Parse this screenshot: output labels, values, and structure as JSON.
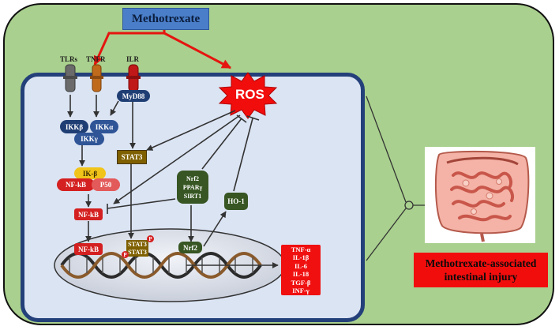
{
  "drug": "Methotrexate",
  "receptors": [
    "TLRs",
    "TNFR",
    "ILR"
  ],
  "adaptor": "MyD88",
  "ros": "ROS",
  "ikk": {
    "beta": "IKKβ",
    "alpha": "IKKα",
    "gamma": "IKKγ"
  },
  "ikb_complex": {
    "ikb": "IK-β",
    "nfkb": "NF-kB",
    "p50": "P50"
  },
  "stat3": "STAT3",
  "nucleus": {
    "nfkb": "NF-kB",
    "stat_top": "STAT3",
    "stat_bottom": "STAT3",
    "phospho": "P",
    "nrf2": "Nrf2"
  },
  "cyto_nfkb": "NF-kB",
  "protective": [
    "Nrf2",
    "PPARγ",
    "SIRT1"
  ],
  "ho1": "HO-1",
  "cytokines": [
    "TNF-α",
    "IL-1β",
    "IL-6",
    "IL-18",
    "TGF-β",
    "INF-γ"
  ],
  "outcome": [
    "Methotrexate-associated",
    "intestinal injury"
  ],
  "colors": {
    "outer_bg": "#a9d08e",
    "cell_bg": "#dbe4f3",
    "cell_border": "#24407a",
    "activation_arrow": "#e5150f",
    "ros_red": "#f20d0d",
    "nfkb_red": "#d42020",
    "dark_green": "#375623",
    "olive": "#7f6000",
    "navy": "#1f3e74"
  }
}
